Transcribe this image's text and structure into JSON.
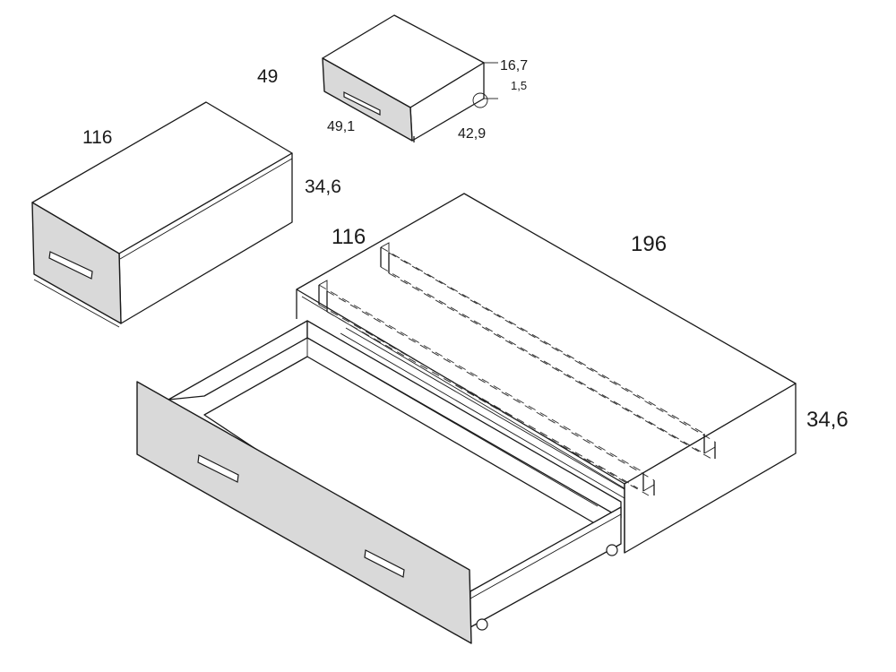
{
  "dimensions": {
    "small_drawer_width": "49,1",
    "small_drawer_depth": "42,9",
    "small_drawer_height": "16,7",
    "small_drawer_foot": "1,5",
    "box_depth": "49",
    "box_length": "116",
    "box_height": "34,6",
    "bed_depth": "116",
    "bed_length": "196",
    "bed_height": "34,6"
  }
}
